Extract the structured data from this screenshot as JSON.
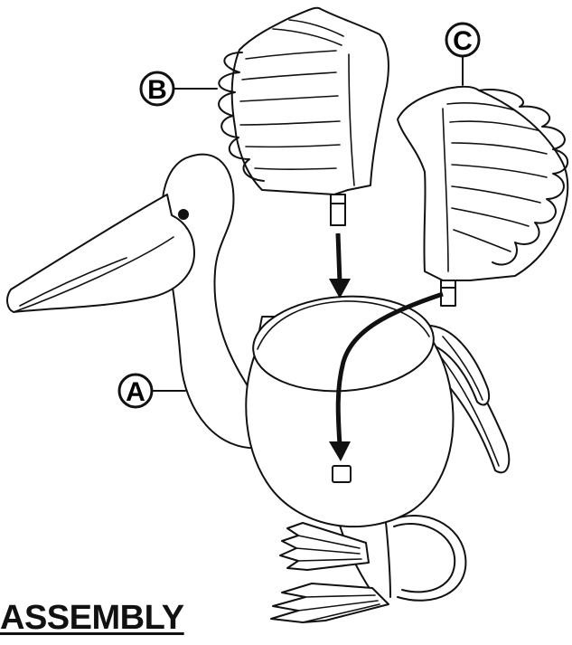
{
  "heading": "ASSEMBLY",
  "parts": [
    {
      "id": "A",
      "label": "A",
      "icon": "pelican-body-icon"
    },
    {
      "id": "B",
      "label": "B",
      "icon": "left-wing-icon"
    },
    {
      "id": "C",
      "label": "C",
      "icon": "right-wing-icon"
    }
  ],
  "colors": {
    "ink": "#111111",
    "paper": "#ffffff"
  }
}
